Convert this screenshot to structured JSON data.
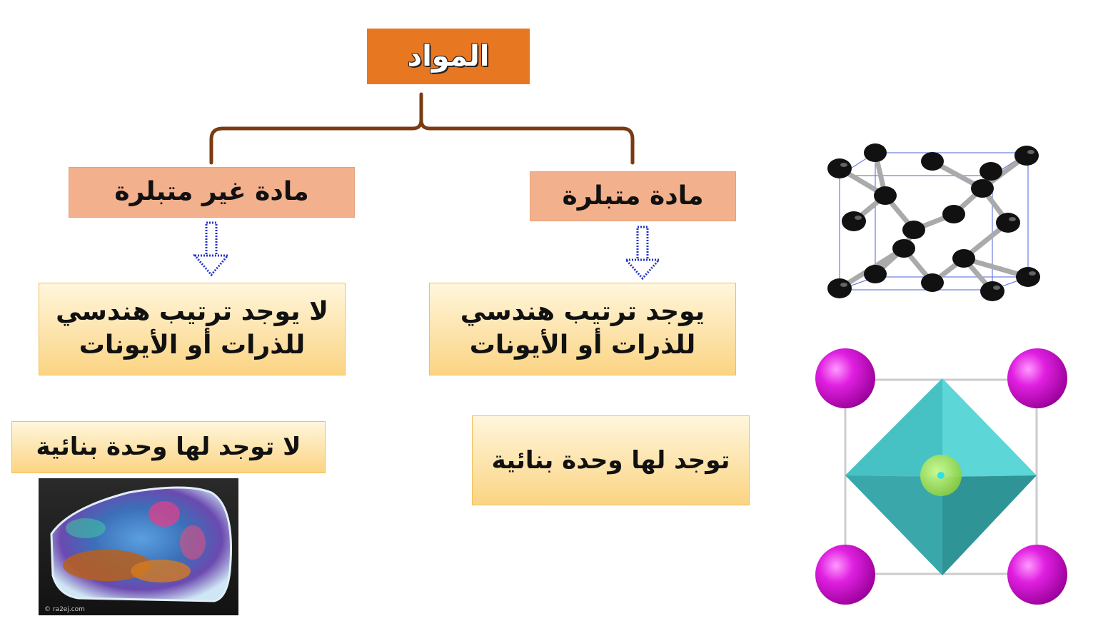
{
  "title": "المواد",
  "categories": {
    "crystalline": "مادة متبلرة",
    "non_crystalline": "مادة غير متبلرة"
  },
  "descriptions": {
    "crystalline": "يوجد ترتيب هندسي للذرات أو الأيونات",
    "non_crystalline": "لا يوجد ترتيب هندسي للذرات أو الأيونات"
  },
  "unit_cell": {
    "crystalline": "توجد لها وحدة بنائية",
    "non_crystalline": "لا توجد لها وحدة بنائية"
  },
  "image_credit": "© ra2ej.com",
  "colors": {
    "title_bg": "#e87722",
    "category_bg": "#f2b08c",
    "bracket": "#7a3b12",
    "arrow": "#2233cc",
    "desc_top": "#fff6dc",
    "desc_bottom": "#fbd483",
    "sphere_magenta": "#cc00cc",
    "octahedron": "#40c8c8",
    "carbon_atom": "#111111"
  }
}
